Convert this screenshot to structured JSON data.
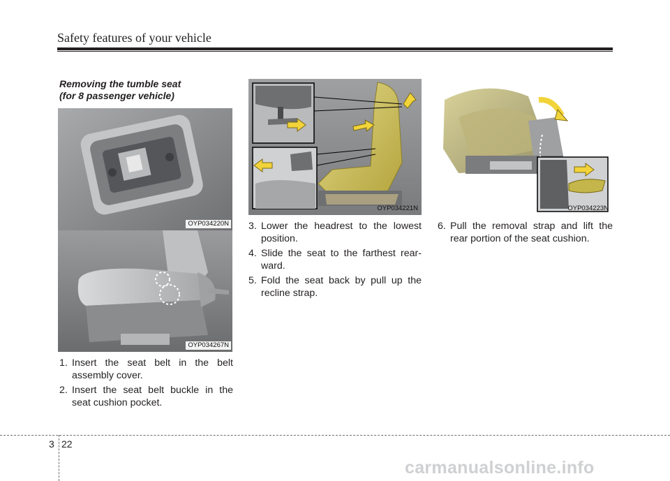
{
  "header": {
    "title": "Safety features of your vehicle"
  },
  "section": {
    "heading_line1": "Removing the tumble seat",
    "heading_line2": "(for 8 passenger vehicle)"
  },
  "figures": {
    "fig1": {
      "code": "OYP034220N"
    },
    "fig2": {
      "code": "OYP034267N"
    },
    "fig3": {
      "code": "OYP034221N"
    },
    "fig4": {
      "code": "OYP034223N"
    }
  },
  "steps": [
    {
      "num": "1.",
      "text": "Insert the seat belt in the belt assembly cover."
    },
    {
      "num": "2.",
      "text": "Insert the seat belt buckle in the seat cushion pocket."
    },
    {
      "num": "3.",
      "text": "Lower the headrest to the lowest position."
    },
    {
      "num": "4.",
      "text": "Slide the seat to the farthest rear-ward."
    },
    {
      "num": "5.",
      "text": "Fold the seat back by pull up the recline strap."
    },
    {
      "num": "6.",
      "text": "Pull the removal strap and  lift the rear portion of the seat cushion."
    }
  ],
  "footer": {
    "chapter": "3",
    "page": "22"
  },
  "watermark": "carmanualsonline.info",
  "colors": {
    "text": "#231f20",
    "seat_grey": "#8a8a8a",
    "highlight_yellow": "#c9b84a",
    "arrow_yellow": "#f2d43a"
  }
}
